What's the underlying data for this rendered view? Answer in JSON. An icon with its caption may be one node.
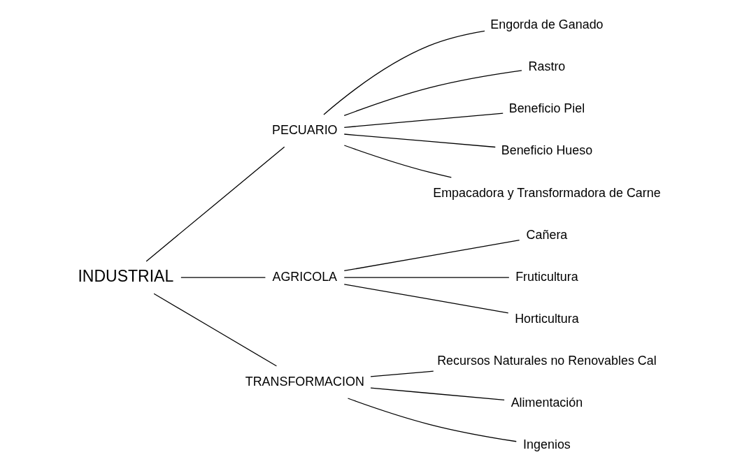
{
  "diagram": {
    "nodes": [
      {
        "text": [
          "INDUSTRIAL"
        ]
      },
      {
        "text": [
          "PECUARIO"
        ]
      },
      {
        "text": [
          "AGRICOLA"
        ]
      },
      {
        "text": [
          "TRANSFORMACION"
        ]
      },
      {
        "text": [
          "Engorda de Ganado"
        ]
      },
      {
        "text": [
          "Rastro"
        ]
      },
      {
        "text": [
          "Beneficio Piel"
        ]
      },
      {
        "text": [
          "Beneficio Hueso"
        ]
      },
      {
        "text": [
          "Empacadora y Transformadora de Carne"
        ]
      },
      {
        "text": [
          "Cañera"
        ]
      },
      {
        "text": [
          "Fruticultura"
        ]
      },
      {
        "text": [
          "Horticultura"
        ]
      },
      {
        "text": [
          "Recursos Naturales no Renovables Cal"
        ]
      },
      {
        "text": [
          "Alimentación"
        ]
      },
      {
        "text": [
          "Ingenios"
        ]
      }
    ],
    "edges": [
      {
        "from": 0,
        "to": 1,
        "arrow": "none"
      },
      {
        "from": 0,
        "to": 2,
        "arrow": "none"
      },
      {
        "from": 0,
        "to": 3,
        "arrow": "none"
      },
      {
        "from": 1,
        "to": 4,
        "arrow": "none"
      },
      {
        "from": 1,
        "to": 5,
        "arrow": "none"
      },
      {
        "from": 1,
        "to": 6,
        "arrow": "none"
      },
      {
        "from": 1,
        "to": 7,
        "arrow": "none"
      },
      {
        "from": 1,
        "to": 8,
        "arrow": "none"
      },
      {
        "from": 2,
        "to": 9,
        "arrow": "none"
      },
      {
        "from": 2,
        "to": 10,
        "arrow": "none"
      },
      {
        "from": 2,
        "to": 11,
        "arrow": "none"
      },
      {
        "from": 3,
        "to": 12,
        "arrow": "none"
      },
      {
        "from": 3,
        "to": 13,
        "arrow": "none"
      },
      {
        "from": 3,
        "to": 14,
        "arrow": "none"
      }
    ]
  }
}
